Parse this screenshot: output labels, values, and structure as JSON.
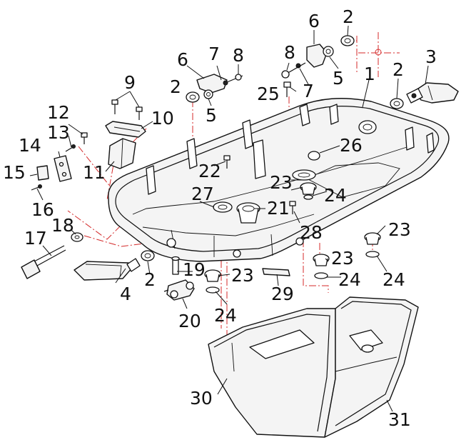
{
  "diagram": {
    "type": "exploded-parts-view",
    "colors": {
      "outline": "#111111",
      "centerline": "#d42a2a",
      "background": "#ffffff"
    }
  },
  "callouts": {
    "c1": "1",
    "c2a": "2",
    "c2b": "2",
    "c2c": "2",
    "c2d": "2",
    "c3": "3",
    "c4": "4",
    "c5a": "5",
    "c5b": "5",
    "c6a": "6",
    "c6b": "6",
    "c7a": "7",
    "c7b": "7",
    "c8a": "8",
    "c8b": "8",
    "c9": "9",
    "c10": "10",
    "c11": "11",
    "c12": "12",
    "c13": "13",
    "c14": "14",
    "c15": "15",
    "c16": "16",
    "c17": "17",
    "c18": "18",
    "c19": "19",
    "c20": "20",
    "c21": "21",
    "c22": "22",
    "c23a": "23",
    "c23b": "23",
    "c23c": "23",
    "c23d": "23",
    "c24a": "24",
    "c24b": "24",
    "c24c": "24",
    "c24d": "24",
    "c25": "25",
    "c26": "26",
    "c27": "27",
    "c28": "28",
    "c29": "29",
    "c30": "30",
    "c31": "31"
  }
}
